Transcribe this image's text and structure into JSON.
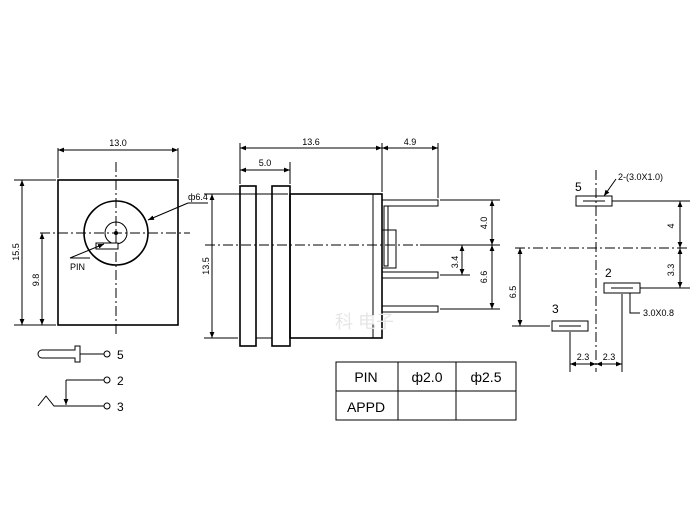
{
  "front_view": {
    "width": "13.0",
    "height": "15.5",
    "center_height": "9.8",
    "hole_diameter": "ф6.4",
    "pin_label": "PIN"
  },
  "side_view": {
    "length": "13.6",
    "flange": "5.0",
    "pin_extension": "4.9",
    "height": "13.5",
    "pin_spacing_top": "4.0",
    "pin_offset_mid": "3.4",
    "pin_spacing_low": "6.6"
  },
  "pad_layout": {
    "pad_5_label": "5",
    "pad_2_label": "2",
    "pad_3_label": "3",
    "pad_5_size": "2-(3.0X1.0)",
    "pad_2_size": "3.0X0.8",
    "dim_top": "4",
    "dim_mid": "3.3",
    "dim_left": "6.5",
    "dim_bottom_left": "2.3",
    "dim_bottom_right": "2.3"
  },
  "schematic": {
    "pins": [
      "5",
      "2",
      "3"
    ]
  },
  "spec_table": {
    "headers": [
      "PIN",
      "ф2.0",
      "ф2.5"
    ],
    "rows": [
      [
        "APPD",
        "",
        ""
      ]
    ]
  },
  "watermark": "科 电子"
}
